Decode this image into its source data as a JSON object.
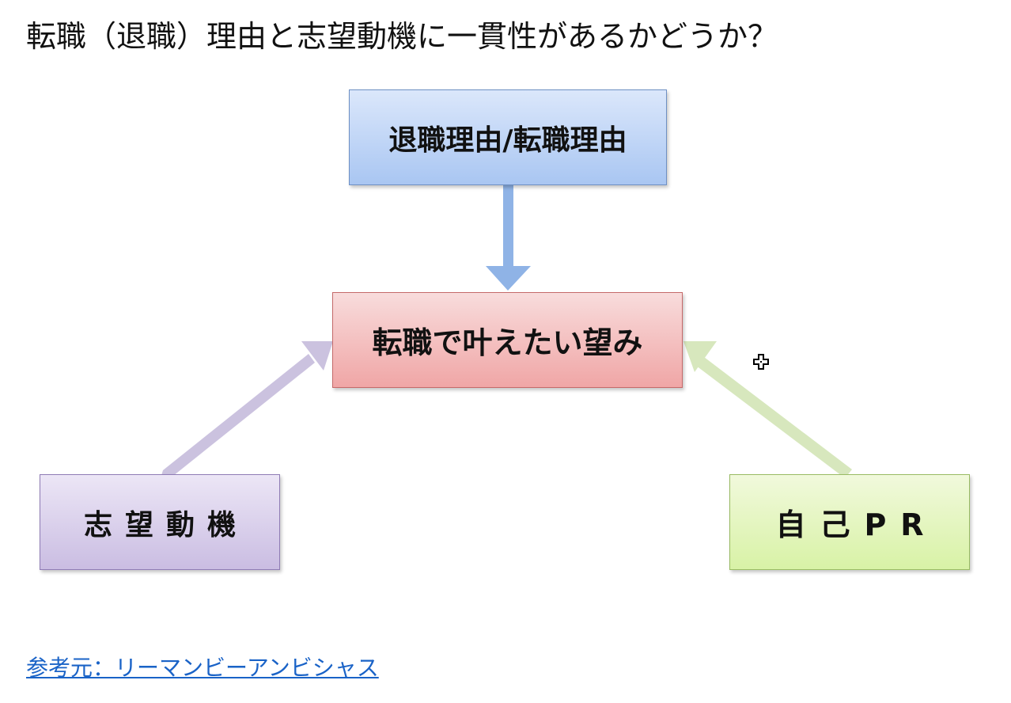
{
  "page": {
    "title": "転職（退職）理由と志望動機に一貫性があるかどうか？"
  },
  "diagram": {
    "top_box": "退職理由/転職理由",
    "center_box": "転職で叶えたい望み",
    "left_box": "志望動機",
    "right_box": "自己PR",
    "colors": {
      "top_arrow": "#8fb3e6",
      "left_arrow": "#cbc2df",
      "right_arrow": "#d7e7bd"
    },
    "icons": {
      "cursor": "crosshair-icon"
    }
  },
  "source": {
    "link_text": "参考元：リーマンビーアンビシャス"
  }
}
